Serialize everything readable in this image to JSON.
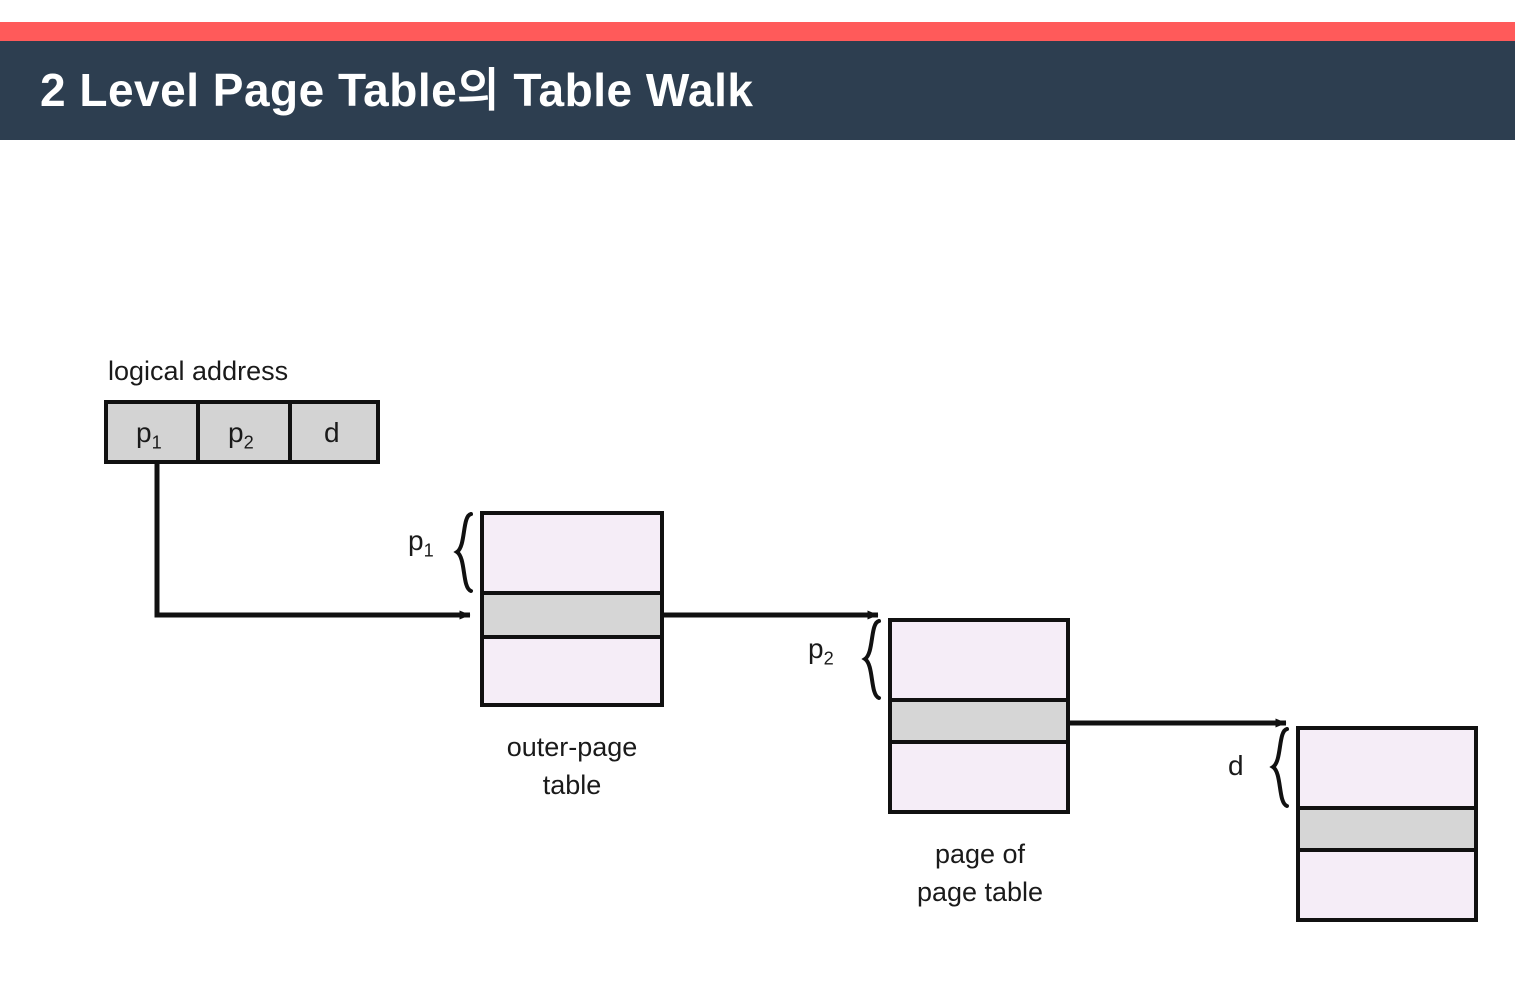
{
  "header": {
    "title": "2 Level Page Table의 Table Walk",
    "accent_color": "#FF5A5A",
    "band_color": "#2D3E50",
    "title_color": "#FFFFFF"
  },
  "diagram": {
    "kind": "two-level-page-table-address-translation",
    "colors": {
      "row_light": "#F5EDF7",
      "row_selected": "#D6D6D6",
      "addr_cell": "#D3D3D3",
      "stroke": "#1A1A1A"
    },
    "logical_address": {
      "label": "logical address",
      "fields": [
        {
          "name": "p1",
          "text": "p",
          "subscript": "1"
        },
        {
          "name": "p2",
          "text": "p",
          "subscript": "2"
        },
        {
          "name": "d",
          "text": "d",
          "subscript": ""
        }
      ]
    },
    "tables": [
      {
        "id": "outer-page-table",
        "caption_line1": "outer-page",
        "caption_line2": "table",
        "brace_label": "p",
        "brace_subscript": "1",
        "rows": [
          "light",
          "selected",
          "light"
        ]
      },
      {
        "id": "page-of-page-table",
        "caption_line1": "page of",
        "caption_line2": "page table",
        "brace_label": "p",
        "brace_subscript": "2",
        "rows": [
          "light",
          "selected",
          "light"
        ]
      },
      {
        "id": "memory-frame",
        "caption_line1": "",
        "caption_line2": "",
        "brace_label": "d",
        "brace_subscript": "",
        "rows": [
          "light",
          "selected",
          "light"
        ]
      }
    ],
    "arrows": [
      {
        "name": "p1-to-outer-page-table",
        "from": "logical-address-p1",
        "to": "outer-page-table-selected-row"
      },
      {
        "name": "outer-page-table-to-page-of-page-table",
        "from": "outer-page-table-selected-row",
        "to": "page-of-page-table"
      },
      {
        "name": "page-of-page-table-to-memory",
        "from": "page-of-page-table-selected-row",
        "to": "memory-frame"
      }
    ]
  }
}
